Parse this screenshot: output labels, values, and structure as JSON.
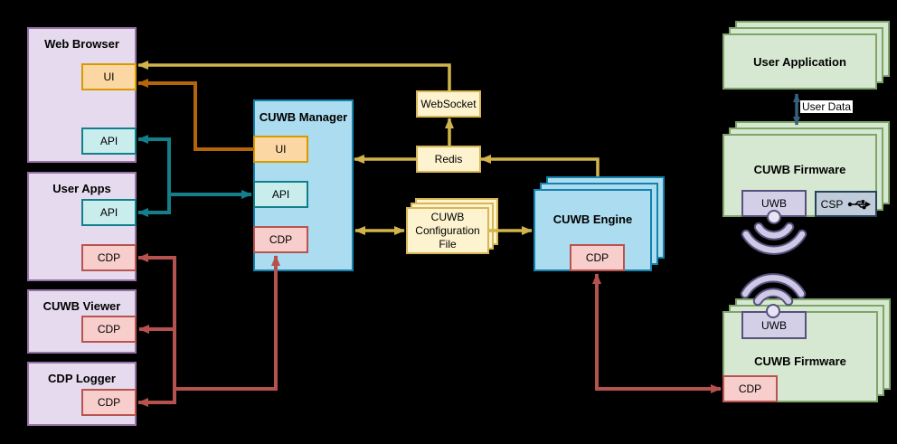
{
  "nodes": {
    "web_browser": {
      "title": "Web Browser",
      "ui": "UI",
      "api": "API"
    },
    "user_apps": {
      "title": "User Apps",
      "api": "API",
      "cdp": "CDP"
    },
    "cuwb_viewer": {
      "title": "CUWB Viewer",
      "cdp": "CDP"
    },
    "cdp_logger": {
      "title": "CDP Logger",
      "cdp": "CDP"
    },
    "cuwb_manager": {
      "title": "CUWB Manager",
      "ui": "UI",
      "api": "API",
      "cdp": "CDP"
    },
    "websocket": {
      "label": "WebSocket"
    },
    "redis": {
      "label": "Redis"
    },
    "config_file": {
      "line1": "CUWB",
      "line2": "Configuration",
      "line3": "File"
    },
    "cuwb_engine": {
      "title": "CUWB Engine",
      "cdp": "CDP"
    },
    "user_application": {
      "title": "User Application"
    },
    "firmware_top": {
      "title": "CUWB Firmware",
      "uwb": "UWB",
      "csp": "CSP"
    },
    "firmware_bottom": {
      "title": "CUWB Firmware",
      "uwb": "UWB",
      "cdp": "CDP"
    },
    "user_data_label": "User Data"
  },
  "icons": [
    "usb-icon",
    "wifi-signal-icon",
    "antenna-dot-icon"
  ],
  "colors": {
    "background": "#000000",
    "purple_fill": "#e6dbee",
    "purple_stroke": "#9673a6",
    "blue_fill": "#abdcef",
    "blue_stroke": "#1581ad",
    "orange_fill": "#fbd7a4",
    "orange_stroke": "#d79b00",
    "teal_fill": "#c9eced",
    "teal_stroke": "#11808c",
    "pink_fill": "#f8cecc",
    "pink_stroke": "#b85450",
    "yellow_fill": "#fdf3cf",
    "yellow_stroke": "#d6b656",
    "green_fill": "#d7e8d2",
    "green_stroke": "#7ea567",
    "lavender_fill": "#d3cfe7",
    "lavender_stroke": "#56517e",
    "slate_fill": "#c0ccd9",
    "slate_stroke": "#23445d",
    "edge_yellow": "#d2b44c",
    "edge_orange": "#b4650a",
    "edge_teal": "#147e8a",
    "edge_red": "#b5524e",
    "edge_slate": "#36617d"
  },
  "edges": [
    {
      "from": "WebSocket",
      "to": "Web Browser UI",
      "color": "yellow"
    },
    {
      "from": "Redis",
      "to": "CUWB Manager",
      "color": "yellow"
    },
    {
      "from": "Redis",
      "to": "WebSocket",
      "color": "yellow"
    },
    {
      "from": "CUWB Engine",
      "to": "Redis",
      "color": "yellow"
    },
    {
      "from": "CUWB Manager",
      "to": "CUWB Configuration File",
      "color": "yellow",
      "bidirectional": true
    },
    {
      "from": "CUWB Configuration File",
      "to": "CUWB Engine",
      "color": "yellow"
    },
    {
      "from": "CUWB Manager UI",
      "to": "Web Browser UI",
      "color": "orange"
    },
    {
      "from": "CUWB Manager API",
      "to": "Web Browser API and User Apps API",
      "color": "teal",
      "bidirectional": true
    },
    {
      "from": "CUWB Manager CDP",
      "to": "User Apps CDP, CUWB Viewer CDP, CDP Logger CDP",
      "color": "red",
      "bidirectional": true
    },
    {
      "from": "CUWB Engine CDP",
      "to": "CUWB Firmware CDP",
      "color": "red",
      "bidirectional": true
    },
    {
      "from": "User Application",
      "to": "CUWB Firmware",
      "color": "slate",
      "label": "User Data",
      "bidirectional": true
    }
  ]
}
